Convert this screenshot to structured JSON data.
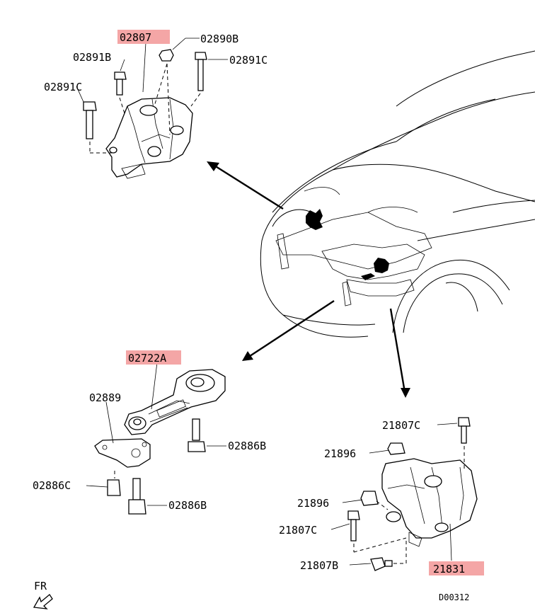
{
  "colors": {
    "highlight": "#f4a6a6",
    "line": "#000000"
  },
  "labels": {
    "top_main": "02807",
    "top_b": "02890B",
    "top_c1": "02891B",
    "top_c2": "02891C",
    "top_c3": "02891C",
    "mid_main": "02722A",
    "mid_bracket": "02889",
    "mid_b1": "02886B",
    "mid_c": "02886C",
    "mid_b2": "02886B",
    "right_main": "21831",
    "right_c1": "21807C",
    "right_n1": "21896",
    "right_n2": "21896",
    "right_c2": "21807C",
    "right_b": "21807B"
  },
  "footer": {
    "direction": "FR",
    "code": "D00312"
  },
  "icons": {
    "direction_arrow": "front-direction-arrow-icon"
  }
}
